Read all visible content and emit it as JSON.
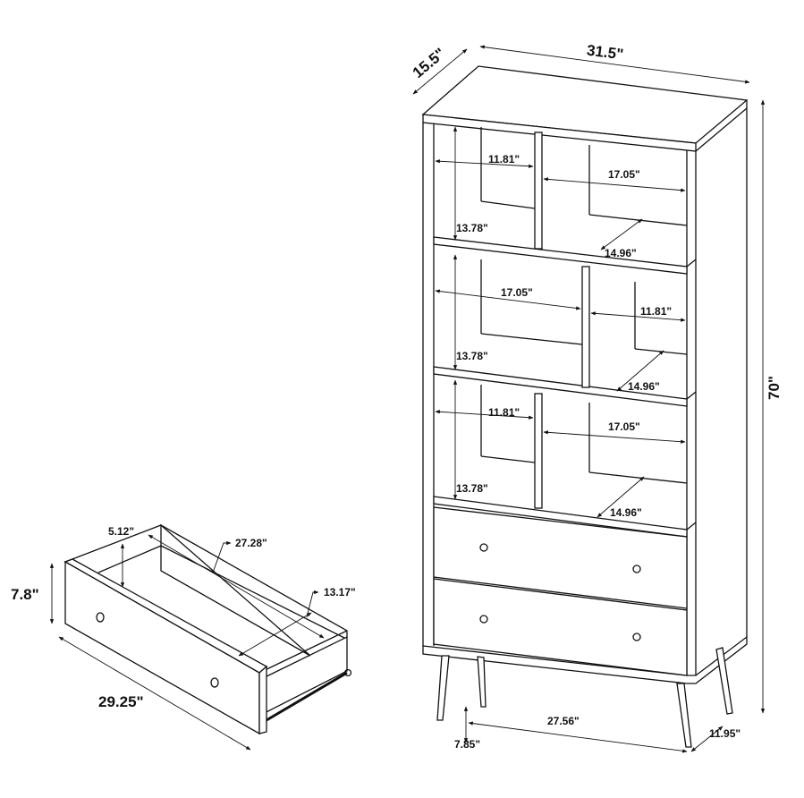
{
  "bookcase": {
    "depth": "15.5\"",
    "width": "31.5\"",
    "height": "70\"",
    "row1": {
      "left_width": "11.81\"",
      "right_width": "17.05\"",
      "height": "13.78\"",
      "depth": "14.96\""
    },
    "row2": {
      "left_width": "17.05\"",
      "right_width": "11.81\"",
      "height": "13.78\"",
      "depth": "14.96\""
    },
    "row3": {
      "left_width": "11.81\"",
      "right_width": "17.05\"",
      "height": "13.78\"",
      "depth": "14.96\""
    },
    "leg_span": "27.56\"",
    "leg_height": "7.85\"",
    "leg_depth": "11.95\""
  },
  "drawer": {
    "inner_height": "5.12\"",
    "inner_length": "27.28\"",
    "inner_depth": "13.17\"",
    "front_height": "7.8\"",
    "front_width": "29.25\""
  },
  "colors": {
    "line": "#111111",
    "background": "#ffffff"
  }
}
